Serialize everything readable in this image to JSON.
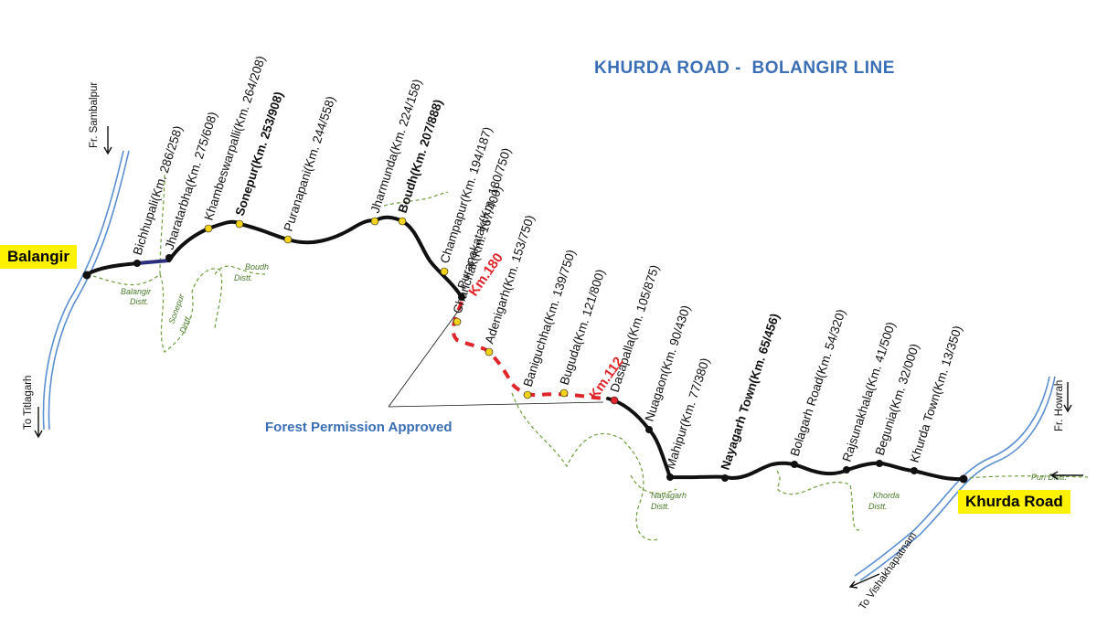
{
  "title": "KHURDA ROAD -  BOLANGIR LINE",
  "terminals": {
    "left": "Balangir",
    "right": "Khurda Road"
  },
  "annotation": "Forest Permission Approved",
  "km_markers": [
    "Km.180",
    "Km.112"
  ],
  "stations": [
    {
      "name": "Bichhupali(Km. 286/258)",
      "bold": false
    },
    {
      "name": "Jharatarbha(Km. 275/608)",
      "bold": false
    },
    {
      "name": "Khambeswarpalli(Km. 264/208)",
      "bold": false
    },
    {
      "name": "Sonepur(Km. 253/908)",
      "bold": true
    },
    {
      "name": "Puranapani(Km. 244/558)",
      "bold": false
    },
    {
      "name": "Jharmunda(Km. 224/158)",
      "bold": false
    },
    {
      "name": "Boudh(Km. 207/888)",
      "bold": true
    },
    {
      "name": "Champapur(Km. 194/187)",
      "bold": false
    },
    {
      "name": "Puranakatak(Km. 180/750)",
      "bold": false
    },
    {
      "name": "Charichak(Km. 167/400)",
      "bold": false
    },
    {
      "name": "Adenigarh(Km. 153/750)",
      "bold": false
    },
    {
      "name": "Baniguchha(Km. 139/750)",
      "bold": false
    },
    {
      "name": "Buguda(Km. 121/800)",
      "bold": false
    },
    {
      "name": "Dasapalla(Km. 105/875)",
      "bold": false
    },
    {
      "name": "Nuagaon(Km. 90/430)",
      "bold": false
    },
    {
      "name": "Mahipur(Km. 77/380)",
      "bold": false
    },
    {
      "name": "Nayagarh Town(Km. 65/456)",
      "bold": true
    },
    {
      "name": "Bolagarh Road(Km. 54/320)",
      "bold": false
    },
    {
      "name": "Rajsunakhala(Km. 41/500)",
      "bold": false
    },
    {
      "name": "Begunia(Km. 32/000)",
      "bold": false
    },
    {
      "name": "Khurda Town(Km. 13/350)",
      "bold": false
    }
  ],
  "connections": {
    "from_sambalpur": "Fr. Sambalpur",
    "to_titlagarh": "To Titlagarh",
    "from_howrah": "Fr. Howrah",
    "to_vishakhapatnam": "To Vishakhapatnam"
  },
  "districts": {
    "balangir": [
      "Balangir",
      "Distt."
    ],
    "sonepur": [
      "Sonepur",
      "Distt."
    ],
    "boudh": [
      "Boudh",
      "Distt."
    ],
    "nayagarh": [
      "Nayagarh",
      "Distt."
    ],
    "khorda": [
      "Khorda",
      "Distt."
    ],
    "puri": "Puri Distt."
  },
  "colors": {
    "title": "#3b6fb5",
    "terminal_bg": "#fff200",
    "track": "#111111",
    "proposed_track": "#e0262b",
    "river": "#5b8fd0",
    "district_border": "#6f9e3a",
    "station_dot": "#f2d21b"
  }
}
